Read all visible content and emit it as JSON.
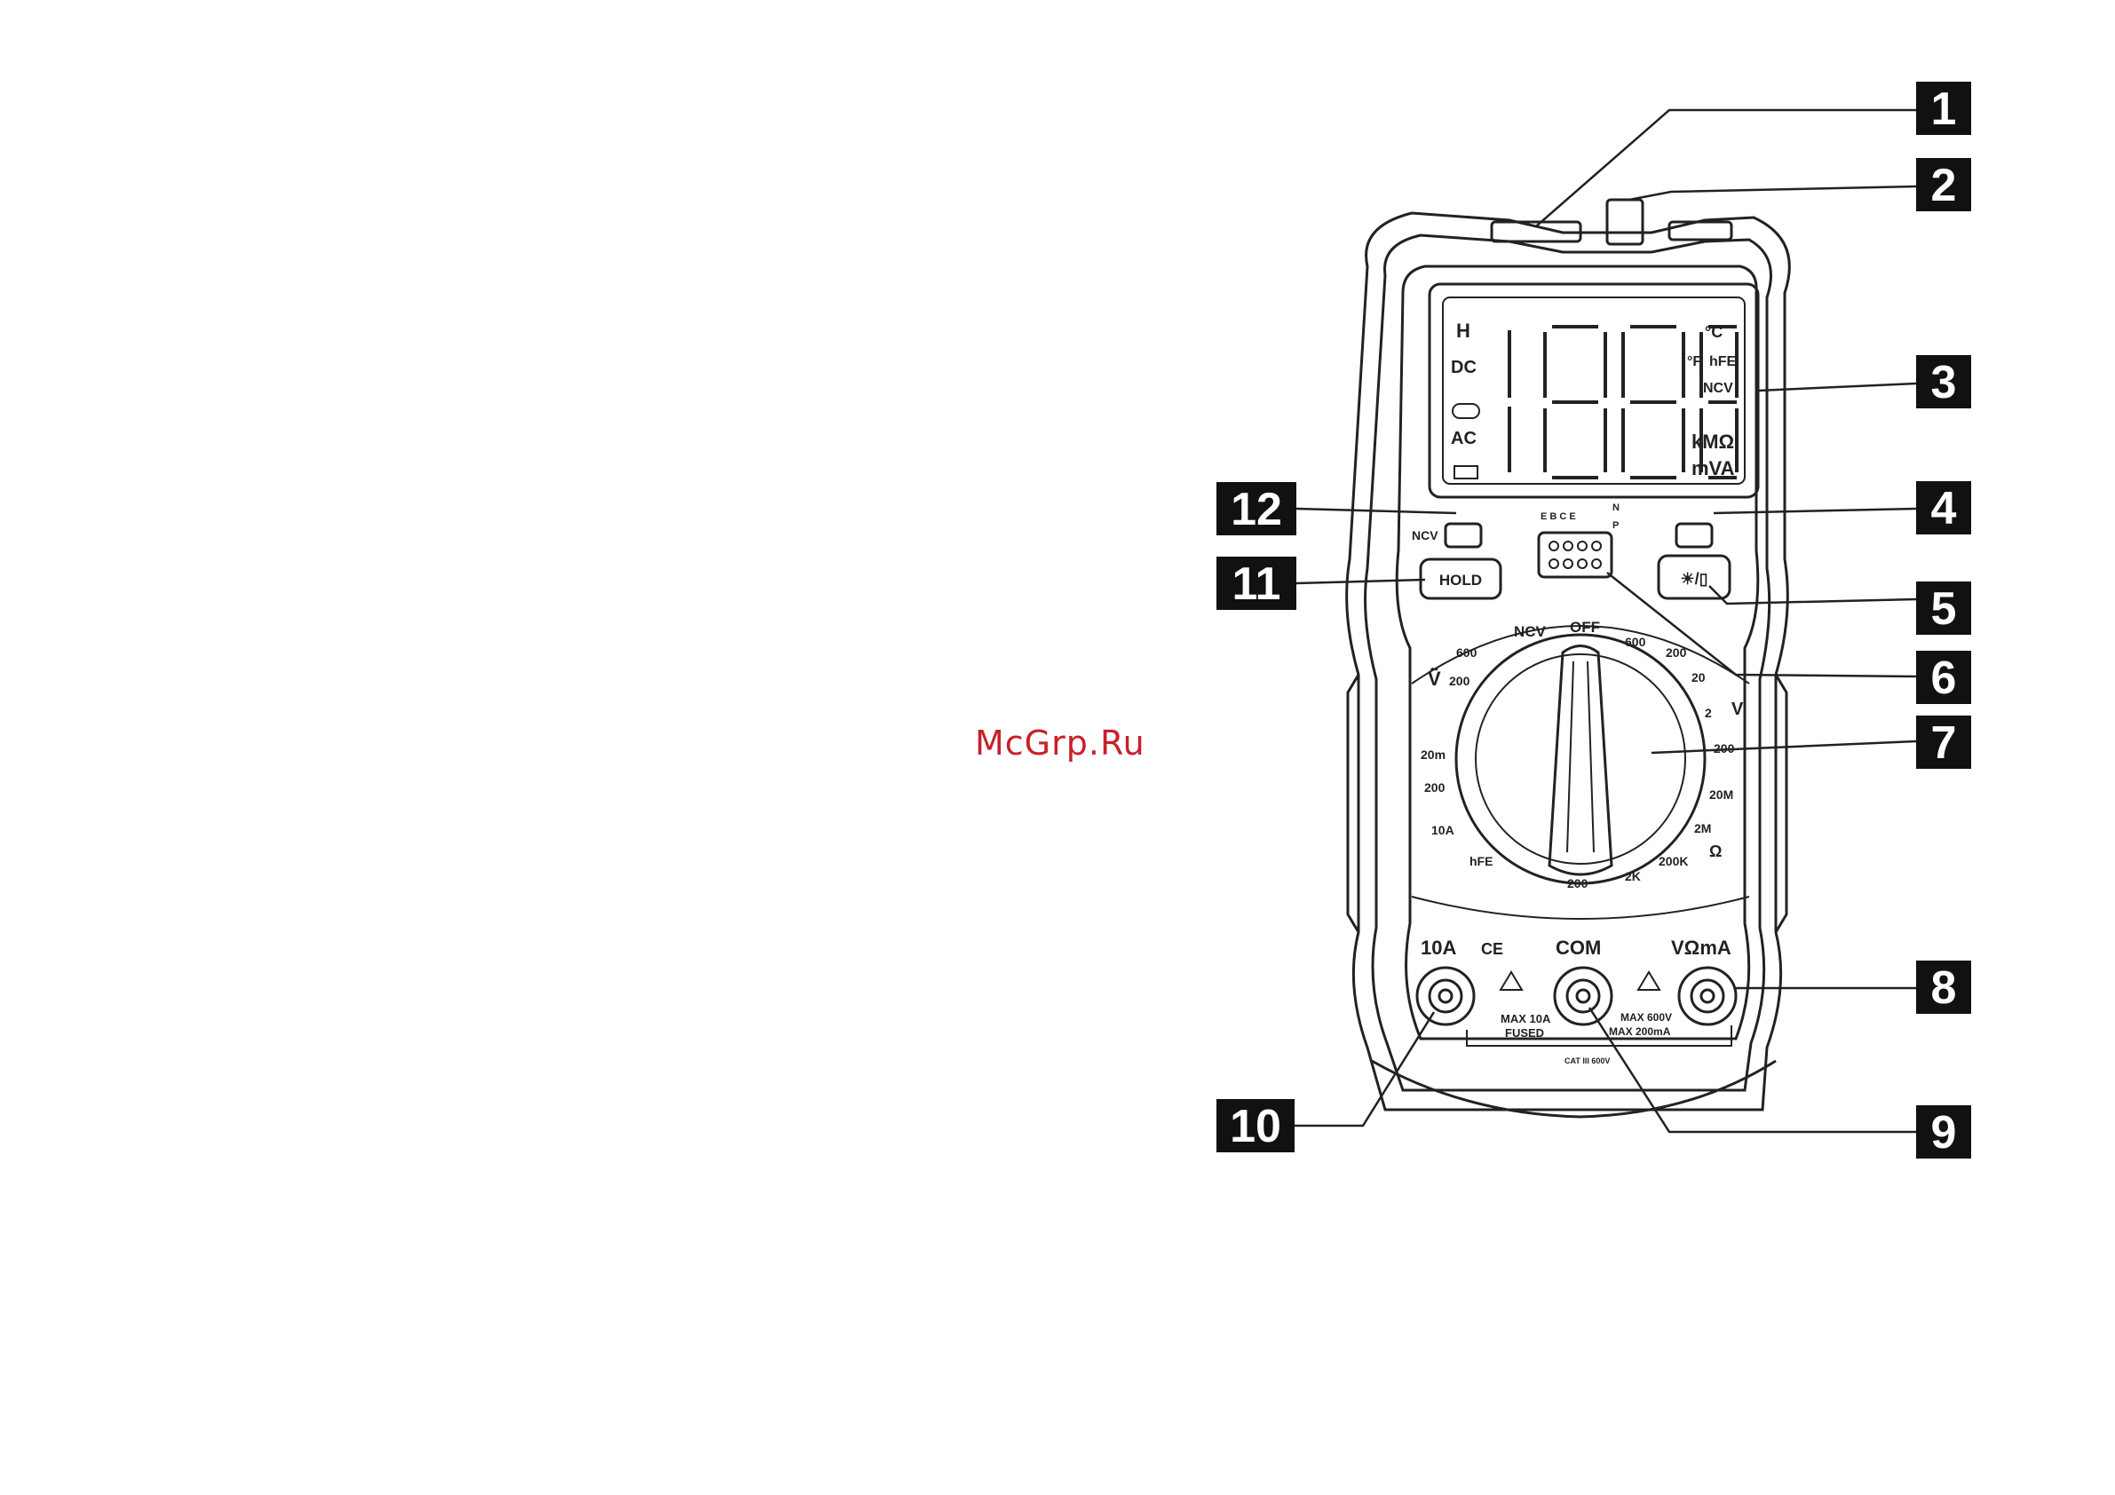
{
  "watermark": "McGrp.Ru",
  "callouts": [
    "1",
    "2",
    "3",
    "4",
    "5",
    "6",
    "7",
    "8",
    "9",
    "10",
    "11",
    "12"
  ],
  "colors": {
    "line": "#222222",
    "callout_bg": "#111111",
    "callout_fg": "#ffffff",
    "watermark": "#c8202a"
  },
  "lcd": {
    "digits": "1.8.8.8",
    "left_icons": [
      "H",
      "DC",
      "AC"
    ],
    "right_icons": [
      "°C",
      "°F",
      "hFE",
      "NCV",
      "kMΩ",
      "mVA"
    ]
  },
  "buttons": {
    "hold": "HOLD",
    "ncv": "NCV",
    "light": "☀/▯",
    "ebce": "E B C E",
    "n": "N",
    "p": "P"
  },
  "dial": {
    "off": "OFF",
    "ncv": "NCV",
    "left": [
      "600",
      "Ṽ",
      "200",
      "20m",
      "200",
      "10A",
      "hFE"
    ],
    "right": [
      "600",
      "200",
      "20",
      "2",
      "V",
      "200",
      "20M",
      "2M",
      "Ω",
      "200K",
      "2K",
      "200"
    ]
  },
  "jacks": {
    "left_label": "10A",
    "ce": "CE",
    "com_label": "COM",
    "right_label": "VΩmA",
    "warn_left_1": "MAX 10A",
    "warn_left_2": "FUSED",
    "warn_right_1": "MAX 600V",
    "warn_right_2": "MAX 200mA",
    "cat": "CAT III 600V"
  }
}
